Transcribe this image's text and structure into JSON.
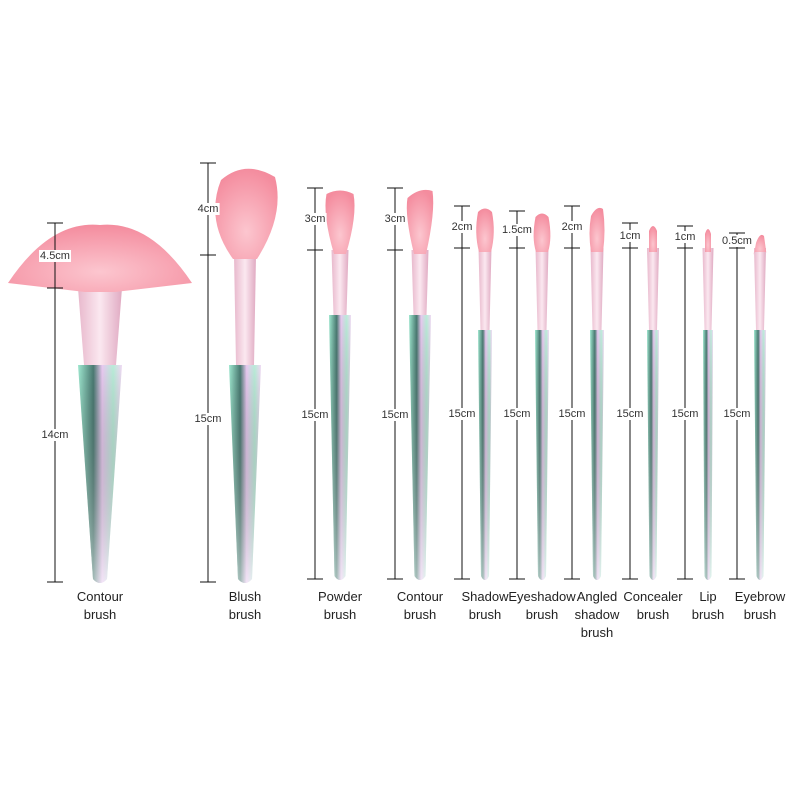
{
  "brushes": [
    {
      "name": [
        "Contour",
        "brush"
      ],
      "head_length": "4.5cm",
      "handle_length": "14cm",
      "type": "fan"
    },
    {
      "name": [
        "Blush",
        "brush"
      ],
      "head_length": "4cm",
      "handle_length": "15cm",
      "type": "round"
    },
    {
      "name": [
        "Powder",
        "brush"
      ],
      "head_length": "3cm",
      "handle_length": "15cm",
      "type": "flat-top"
    },
    {
      "name": [
        "Contour",
        "brush"
      ],
      "head_length": "3cm",
      "handle_length": "15cm",
      "type": "angled"
    },
    {
      "name": [
        "Shadow",
        "brush"
      ],
      "head_length": "2cm",
      "handle_length": "15cm",
      "type": "flat-top"
    },
    {
      "name": [
        "Eyeshadow",
        "brush"
      ],
      "head_length": "1.5cm",
      "handle_length": "15cm",
      "type": "flat-top"
    },
    {
      "name": [
        "Angled",
        "shadow",
        "brush"
      ],
      "head_length": "2cm",
      "handle_length": "15cm",
      "type": "angled"
    },
    {
      "name": [
        "Concealer",
        "brush"
      ],
      "head_length": "1cm",
      "handle_length": "15cm",
      "type": "pointed"
    },
    {
      "name": [
        "Lip",
        "brush"
      ],
      "head_length": "1cm",
      "handle_length": "15cm",
      "type": "pointed"
    },
    {
      "name": [
        "Eyebrow",
        "brush"
      ],
      "head_length": "0.5cm",
      "handle_length": "15cm",
      "type": "angled"
    }
  ],
  "colors": {
    "bristle": "#f7a3b0",
    "ferrule": "#f3d3e0",
    "handle_a": "#8fe0c8",
    "handle_b": "#e6b8e8"
  }
}
